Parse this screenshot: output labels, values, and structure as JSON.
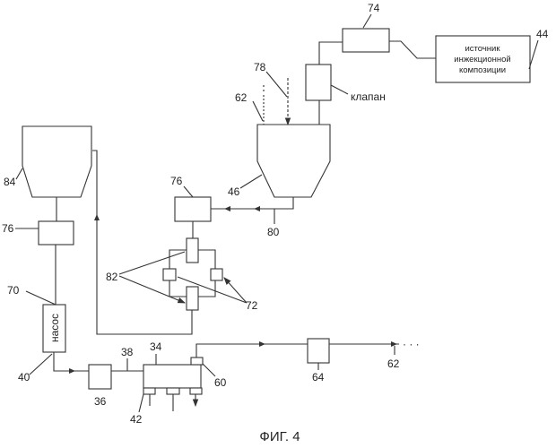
{
  "figure": {
    "caption": "ФИГ. 4",
    "source_box": {
      "line1": "источник",
      "line2": "инжекционной",
      "line3": "композиции"
    },
    "valve_label": "клапан",
    "pump_label": "насос",
    "dots": "· · ·",
    "refs": {
      "r74": "74",
      "r44": "44",
      "r78": "78",
      "r62a": "62",
      "r46": "46",
      "r80": "80",
      "r84": "84",
      "r76a": "76",
      "r76b": "76",
      "r82": "82",
      "r72": "72",
      "r70": "70",
      "r40": "40",
      "r36": "36",
      "r38": "38",
      "r34": "34",
      "r60": "60",
      "r42": "42",
      "r64": "64",
      "r62b": "62"
    }
  }
}
